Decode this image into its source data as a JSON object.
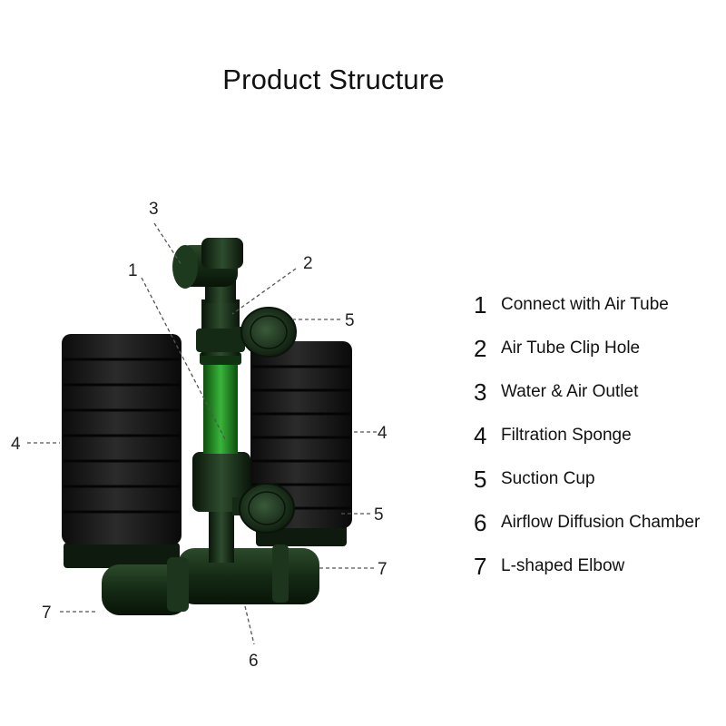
{
  "title": "Product Structure",
  "colors": {
    "sponge": "#141414",
    "sponge_edge": "#2a2a2a",
    "plastic": "#142a14",
    "tube_green": "#1f8a1f",
    "leader": "#555555"
  },
  "parts": [
    {
      "number": "1",
      "label": "Connect with Air Tube"
    },
    {
      "number": "2",
      "label": "Air Tube Clip Hole"
    },
    {
      "number": "3",
      "label": "Water & Air Outlet"
    },
    {
      "number": "4",
      "label": "Filtration Sponge"
    },
    {
      "number": "5",
      "label": "Suction Cup"
    },
    {
      "number": "6",
      "label": "Airflow Diffusion Chamber"
    },
    {
      "number": "7",
      "label": "L-shaped Elbow"
    }
  ],
  "callouts": {
    "c1": "1",
    "c2": "2",
    "c3": "3",
    "c4_left": "4",
    "c4_right": "4",
    "c5_top": "5",
    "c5_bottom": "5",
    "c6": "6",
    "c7_left": "7",
    "c7_right": "7"
  }
}
